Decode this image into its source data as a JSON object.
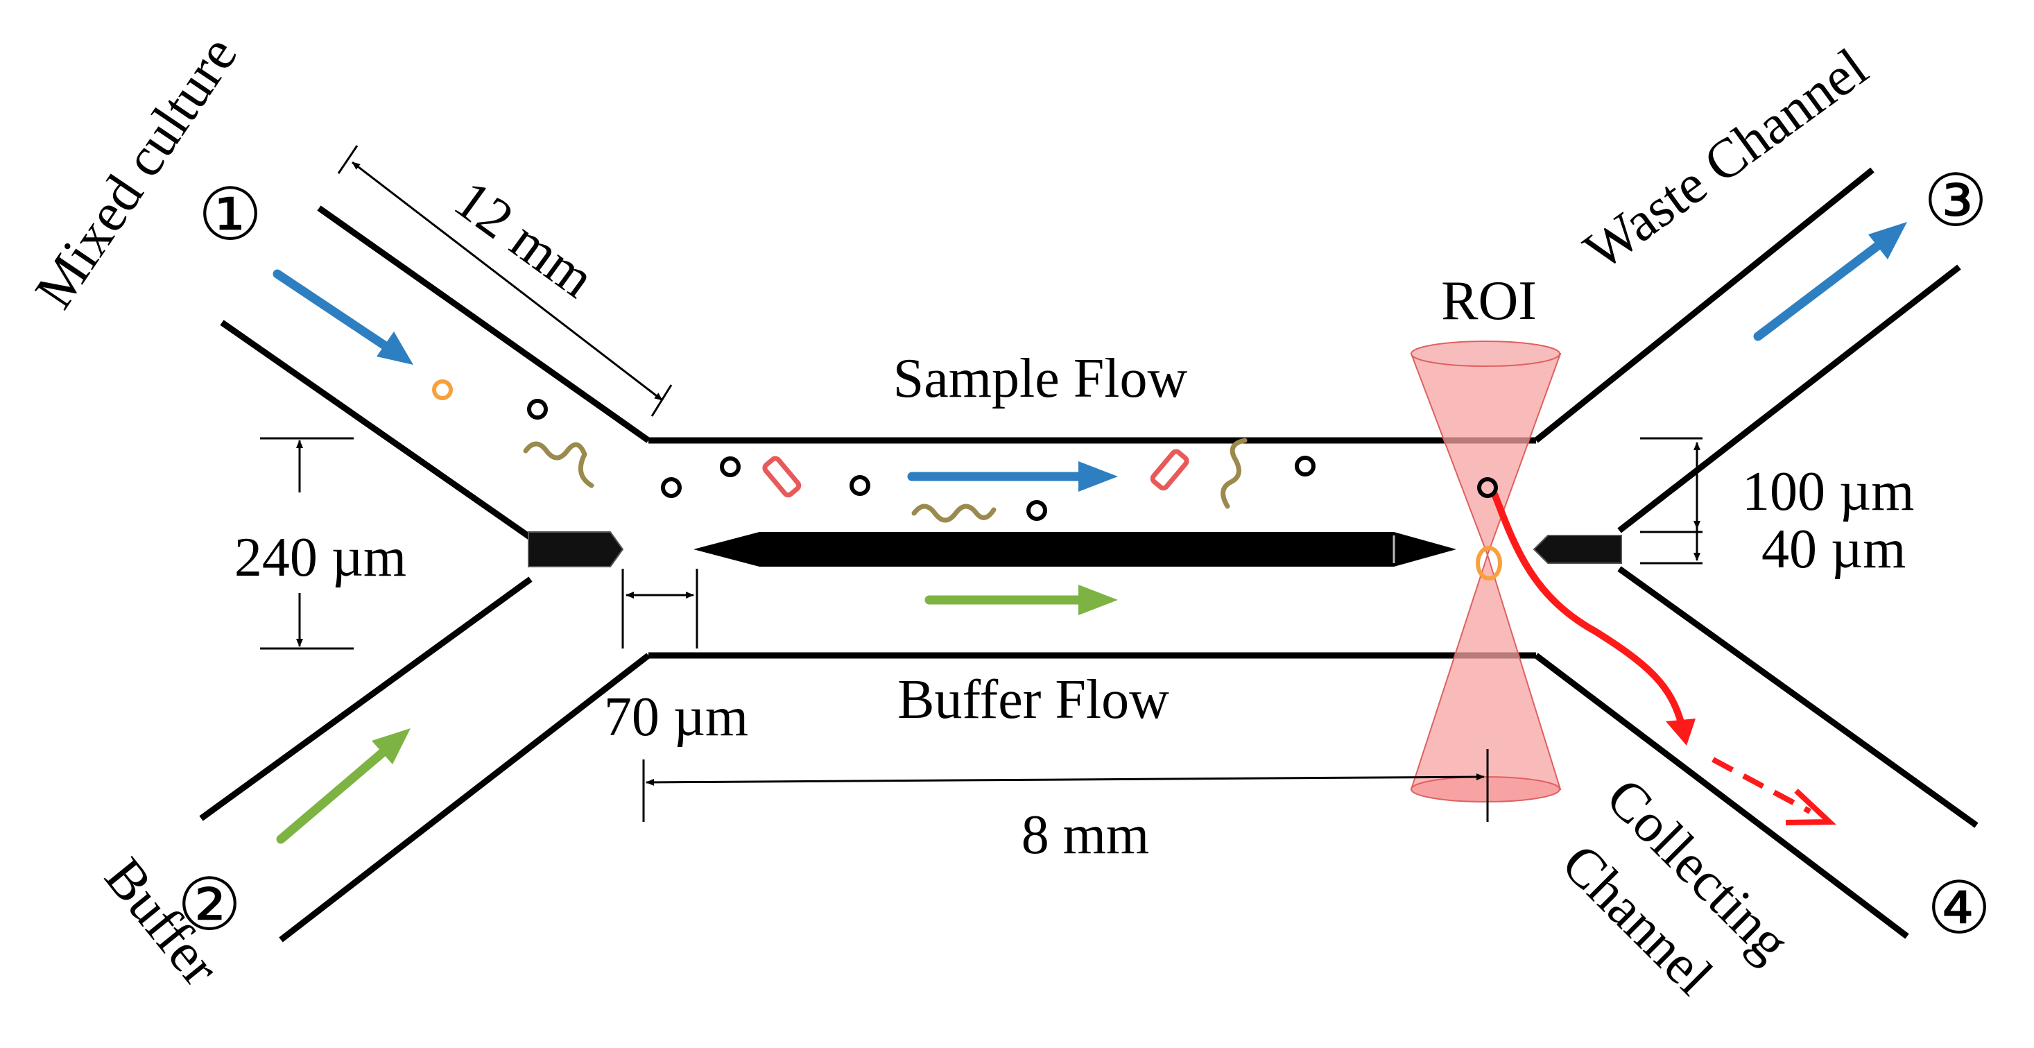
{
  "labels": {
    "inlet1_marker": "①",
    "inlet2_marker": "②",
    "outlet3_marker": "③",
    "outlet4_marker": "④",
    "inlet1_name": "Mixed culture",
    "inlet2_name": "Buffer",
    "outlet3_name": "Waste Channel",
    "outlet4_name_line1": "Collecting",
    "outlet4_name_line2": "Channel",
    "sample_flow": "Sample Flow",
    "buffer_flow": "Buffer Flow",
    "roi": "ROI"
  },
  "dimensions": {
    "inlet_length": "12 mm",
    "inlet_spacing": "240 µm",
    "gap": "70 µm",
    "main_length": "8 mm",
    "outlet_spacing": "100 µm",
    "divider_width": "40 µm"
  },
  "colors": {
    "blue_arrow": "#2e7fc1",
    "green_arrow": "#7cb342",
    "red_path": "#ff1a1a",
    "cone_fill": "#f7a3a3",
    "cone_stroke": "#e06060",
    "orange_particle": "#f7a13d",
    "red_particle": "#e85a5a",
    "olive_particle": "#9a8a4d",
    "black_particle": "#000000"
  }
}
